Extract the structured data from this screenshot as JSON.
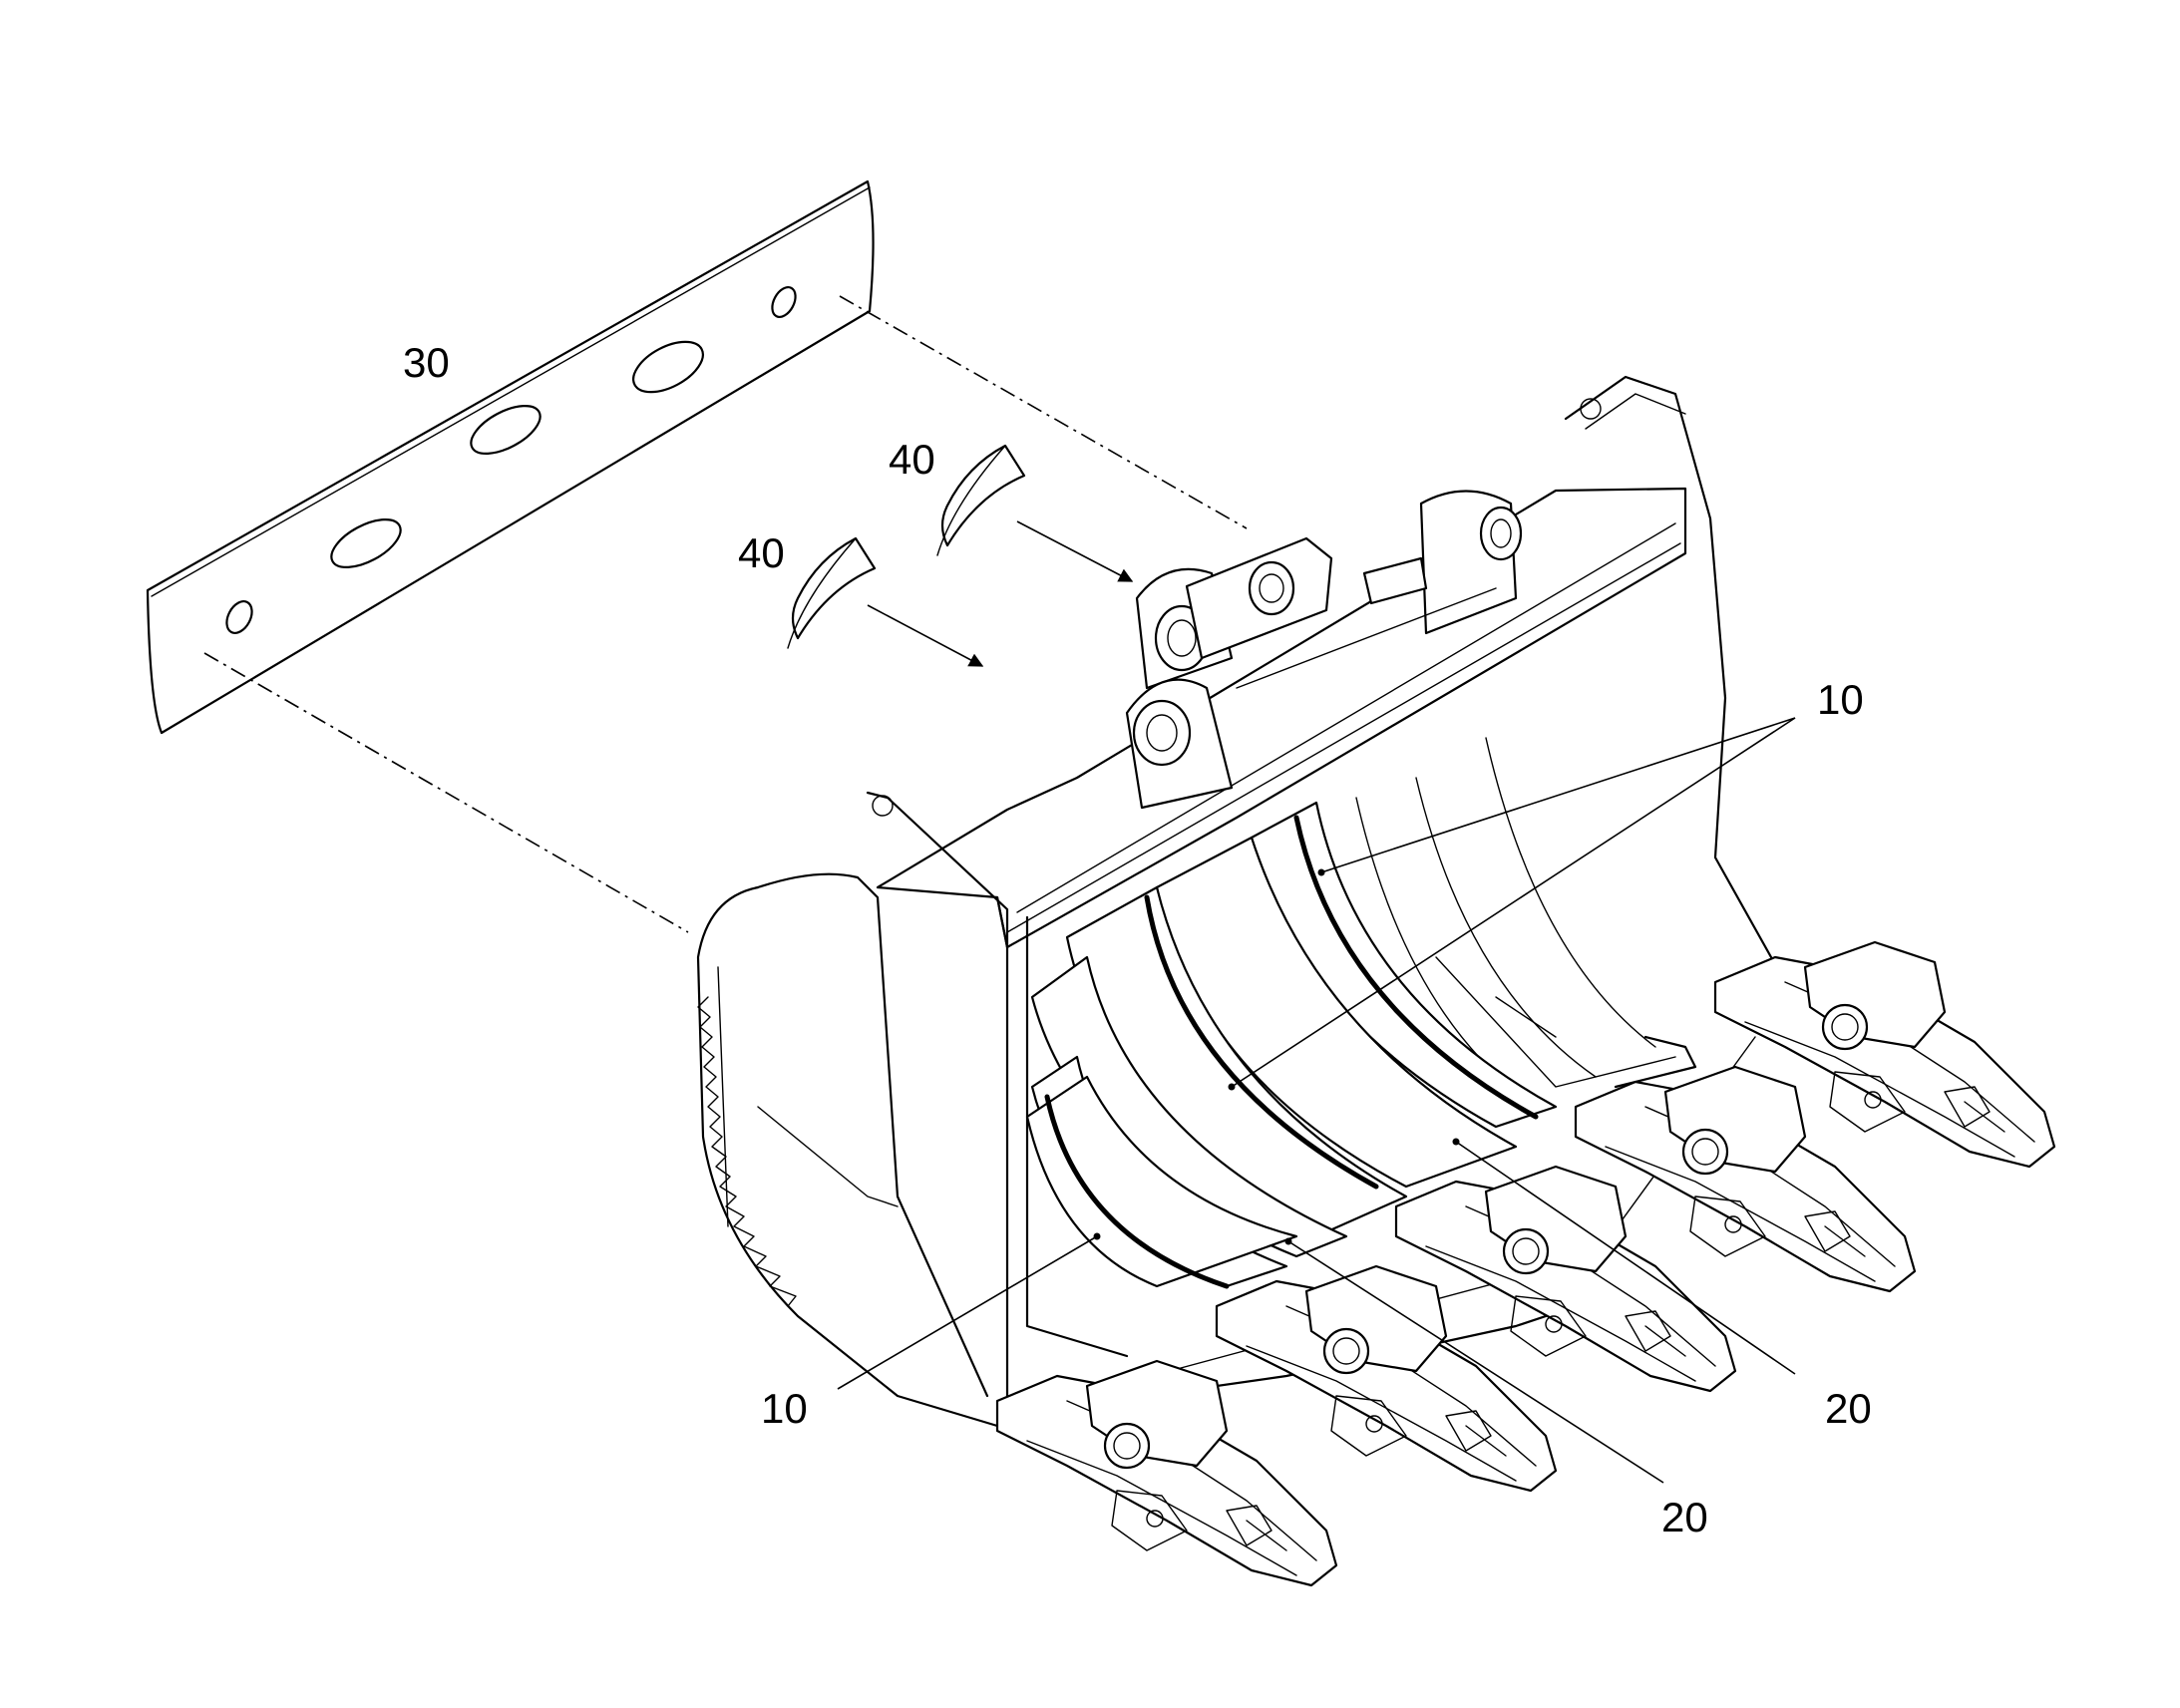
{
  "figure": {
    "labels": {
      "wear_plate": "30",
      "insert_upper": "40",
      "insert_lower": "40",
      "liner_upper_right": "10",
      "liner_lower_left": "10",
      "strip_right": "20",
      "strip_middle": "20"
    }
  }
}
